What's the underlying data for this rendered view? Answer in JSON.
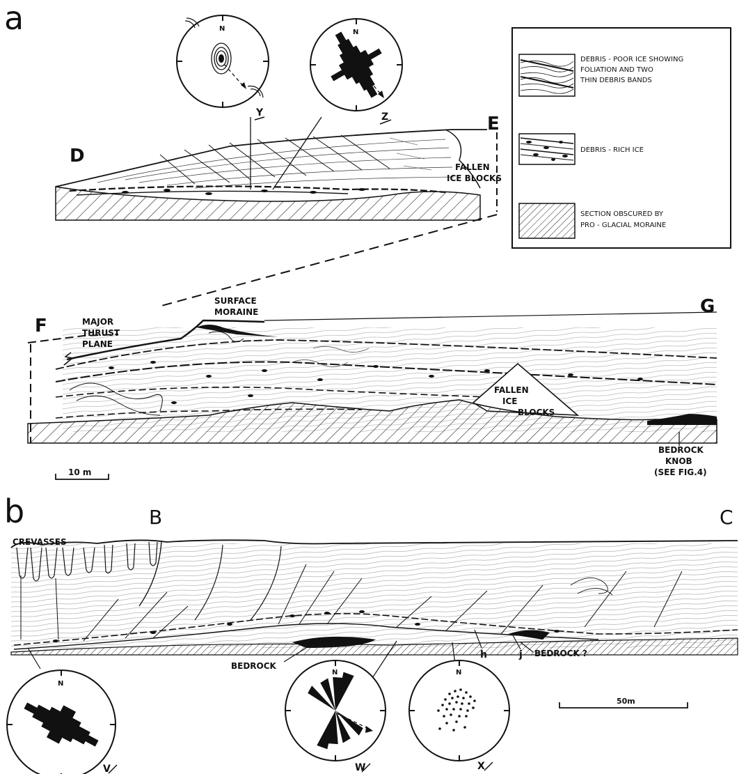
{
  "panels": {
    "a": "a",
    "b": "b"
  },
  "section_a": {
    "points": {
      "d": "D",
      "e": "E",
      "f": "F",
      "g": "G"
    },
    "labels": {
      "fallen_ice_upper_1": "FALLEN",
      "fallen_ice_upper_2": "ICE BLOCKS",
      "major_thrust_1": "MAJOR",
      "major_thrust_2": "THRUST",
      "major_thrust_3": "PLANE",
      "surface_moraine_1": "SURFACE",
      "surface_moraine_2": "MORAINE",
      "fallen_ice_lower_1": "FALLEN",
      "fallen_ice_lower_2": "ICE",
      "fallen_ice_lower_3": "BLOCKS",
      "bedrock_knob_1": "BEDROCK",
      "bedrock_knob_2": "KNOB",
      "bedrock_knob_3": "(SEE FIG.4)"
    },
    "scale": "10 m",
    "stereonets": {
      "y": "Y",
      "z": "Z",
      "north": "N"
    }
  },
  "section_b": {
    "points": {
      "b": "B",
      "c": "C"
    },
    "labels": {
      "crevasses": "CREVASSES",
      "bedrock": "BEDROCK",
      "bedrock_q": "BEDROCK ?",
      "h": "h",
      "j": "j"
    },
    "scale": "50m",
    "stereonets": {
      "v": "V",
      "w": "W",
      "x": "X",
      "north": "N"
    }
  },
  "legend": {
    "item1_l1": "DEBRIS - POOR ICE SHOWING",
    "item1_l2": "FOLIATION AND TWO",
    "item1_l3": "THIN DEBRIS BANDS",
    "item2": "DEBRIS - RICH ICE",
    "item3_l1": "SECTION OBSCURED BY",
    "item3_l2": "PRO - GLACIAL MORAINE"
  }
}
